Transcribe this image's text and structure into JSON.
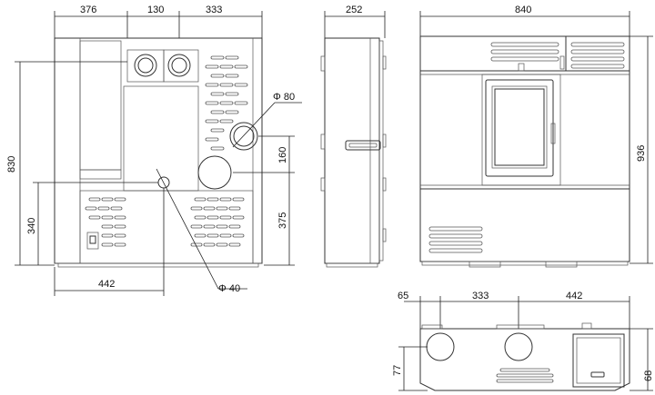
{
  "rear_view": {
    "dim_left": "376",
    "dim_pipes": "130",
    "dim_right": "333",
    "dim_height_total": "830",
    "dim_height_pipe": "340",
    "dim_inlet_height": "375",
    "dim_outlet_height": "160",
    "dim_bottom_offset": "442",
    "outlet_diameter": "Φ 80",
    "inlet_diameter": "Φ 40"
  },
  "side_view": {
    "dim_depth": "252"
  },
  "front_view": {
    "dim_width": "840",
    "dim_height": "936"
  },
  "top_view": {
    "dim_a": "65",
    "dim_b": "333",
    "dim_c": "442",
    "dim_d": "77",
    "dim_e": "68"
  }
}
